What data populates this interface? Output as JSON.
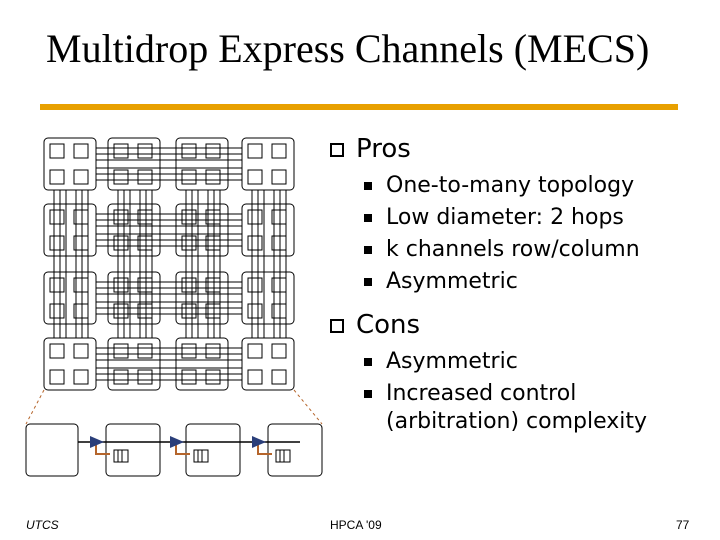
{
  "slide": {
    "title": "Multidrop Express Channels (MECS)",
    "accent_color": "#e8a000"
  },
  "bullets": {
    "pros": {
      "label": "Pros",
      "items": [
        "One-to-many topology",
        "Low diameter: 2 hops",
        "k channels row/column",
        "Asymmetric"
      ]
    },
    "cons": {
      "label": "Cons",
      "items": [
        "Asymmetric",
        "Increased control (arbitration) complexity"
      ]
    }
  },
  "diagram": {
    "mesh_size": "4x4",
    "link_color": "#000000",
    "highlight_color": "#2b3f7a",
    "callout_color": "#b5652b"
  },
  "footer": {
    "left": "UTCS",
    "center": "HPCA '09",
    "page_number": "77"
  }
}
